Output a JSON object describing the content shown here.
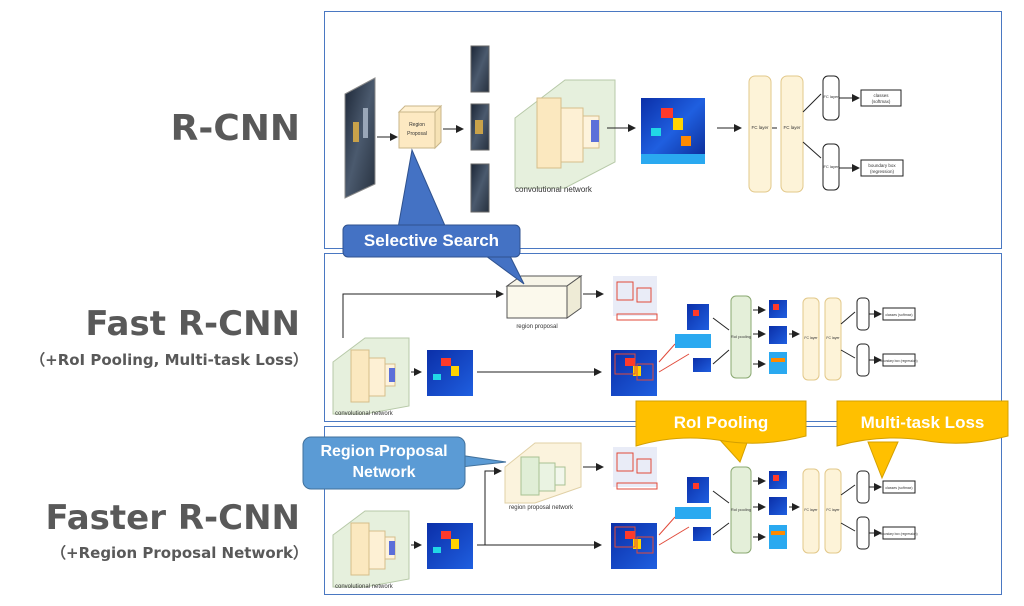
{
  "rcnn": {
    "title": "R-CNN",
    "region_box_line1": "Region",
    "region_box_line2": "Proposal",
    "fc_layer_label": "FC layer",
    "classes_label_line1": "classes",
    "classes_label_line2": "(softmax)",
    "bbox_label_line1": "boundary box",
    "bbox_label_line2": "(regression)",
    "conv_caption": "convolutional network"
  },
  "fast_rcnn": {
    "title": "Fast R-CNN",
    "subtitle": "（+RoI Pooling, Multi-task Loss）",
    "region_caption": "region proposal",
    "conv_caption": "convolutional network",
    "roi_label": "RoI pooling",
    "fc_label": "FC layer",
    "classes_label": "classes (softmax)",
    "bbox_label": "boundary box (regression)"
  },
  "faster_rcnn": {
    "title": "Faster R-CNN",
    "subtitle": "（+Region Proposal Network）",
    "rpn_caption": "region proposal network",
    "conv_caption": "convolutional network",
    "roi_label": "RoI pooling",
    "fc_label": "FC layer",
    "classes_label": "classes (softmax)",
    "bbox_label": "boundary box (regression)"
  },
  "callouts": {
    "selective_search": "Selective Search",
    "roi_pooling": "RoI Pooling",
    "multitask_loss": "Multi-task Loss",
    "rpn_line1": "Region Proposal",
    "rpn_line2": "Network"
  },
  "colors": {
    "panel_border": "#4a78c2",
    "callout_blue": "#4472c4",
    "callout_light_blue": "#5b9bd5",
    "callout_orange": "#ffc000",
    "title_gray": "#595959",
    "fc_fill": "#fdf3d8",
    "roi_fill": "#e4efd9",
    "conv_green": "#d9ead3"
  }
}
